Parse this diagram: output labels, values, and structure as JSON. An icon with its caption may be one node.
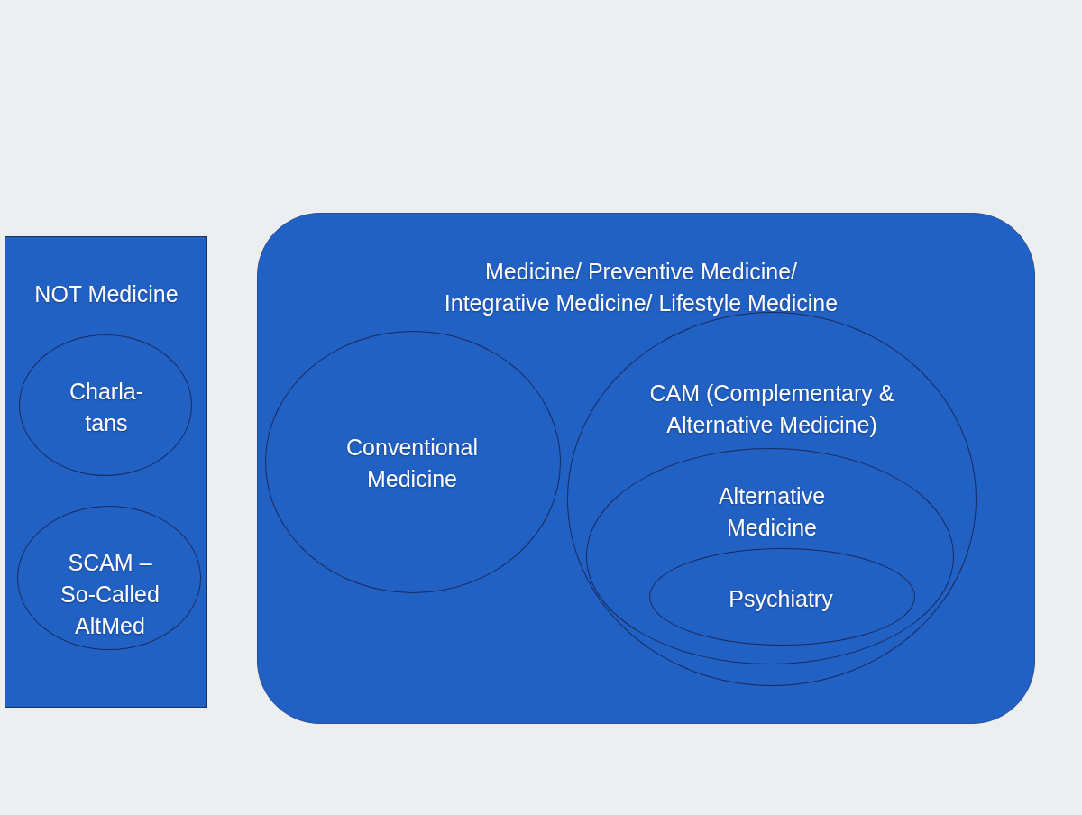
{
  "diagram": {
    "nodes": [
      {
        "text": [
          "NOT Medicine"
        ]
      },
      {
        "text": [
          "Charla- tans"
        ],
        "in": 0
      },
      {
        "text": [
          "SCAM – So-Called AltMed"
        ],
        "in": 0
      },
      {
        "text": [
          "Medicine/ Preventive Medicine/ Integrative Medicine/ Lifestyle Medicine"
        ]
      },
      {
        "text": [
          "Conventional Medicine"
        ],
        "in": 3
      },
      {
        "text": [
          "CAM (Complementary & Alternative Medicine)"
        ],
        "in": 3
      },
      {
        "text": [
          "Alternative Medicine"
        ],
        "in": 5
      },
      {
        "text": [
          "Psychiatry"
        ],
        "in": 6
      }
    ]
  }
}
